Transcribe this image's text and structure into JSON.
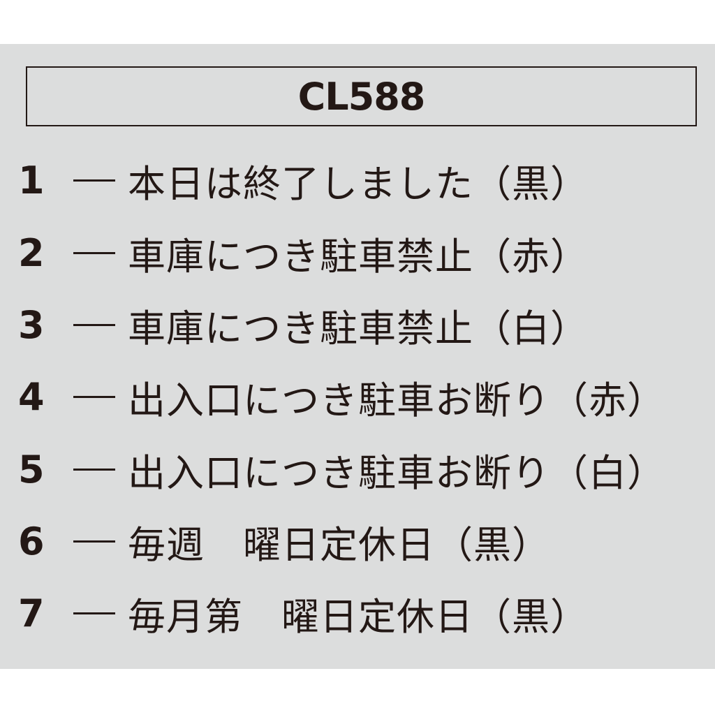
{
  "title": "CL588",
  "items": [
    {
      "num": "1",
      "text": "本日は終了しました（黒）"
    },
    {
      "num": "2",
      "text": "車庫につき駐車禁止（赤）"
    },
    {
      "num": "3",
      "text": "車庫につき駐車禁止（白）"
    },
    {
      "num": "4",
      "text": "出入口につき駐車お断り（赤）"
    },
    {
      "num": "5",
      "text": "出入口につき駐車お断り（白）"
    },
    {
      "num": "6",
      "text": "毎週　曜日定休日（黒）"
    },
    {
      "num": "7",
      "text": "毎月第　曜日定休日（黒）"
    }
  ]
}
